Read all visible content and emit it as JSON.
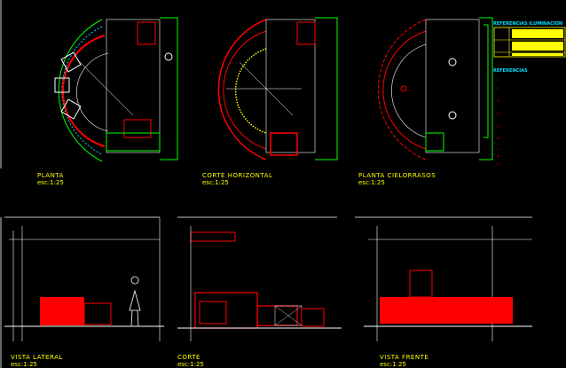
{
  "views": [
    {
      "title": "PLANTA",
      "scale": "esc:1:25"
    },
    {
      "title": "CORTE HORIZONTAL",
      "scale": "esc:1:25"
    },
    {
      "title": "PLANTA CIELORRASOS",
      "scale": "esc:1:25"
    },
    {
      "title": "VISTA LATERAL",
      "scale": "esc:1:25"
    },
    {
      "title": "CORTE",
      "scale": "esc:1:25"
    },
    {
      "title": "VISTA FRENTE",
      "scale": "esc:1:25"
    }
  ],
  "legend": {
    "lighting_title": "REFERENCIAS ILUMINACION",
    "references_title": "REFERENCIAS",
    "ref_numbers": [
      "1",
      "2",
      "3",
      "4",
      "5",
      "6",
      "7",
      "8",
      "9"
    ]
  },
  "colors": {
    "background": "#000000",
    "red": "#ff0000",
    "green": "#00ff00",
    "yellow": "#ffff00",
    "white": "#ffffff",
    "cyan": "#00e0ff"
  }
}
